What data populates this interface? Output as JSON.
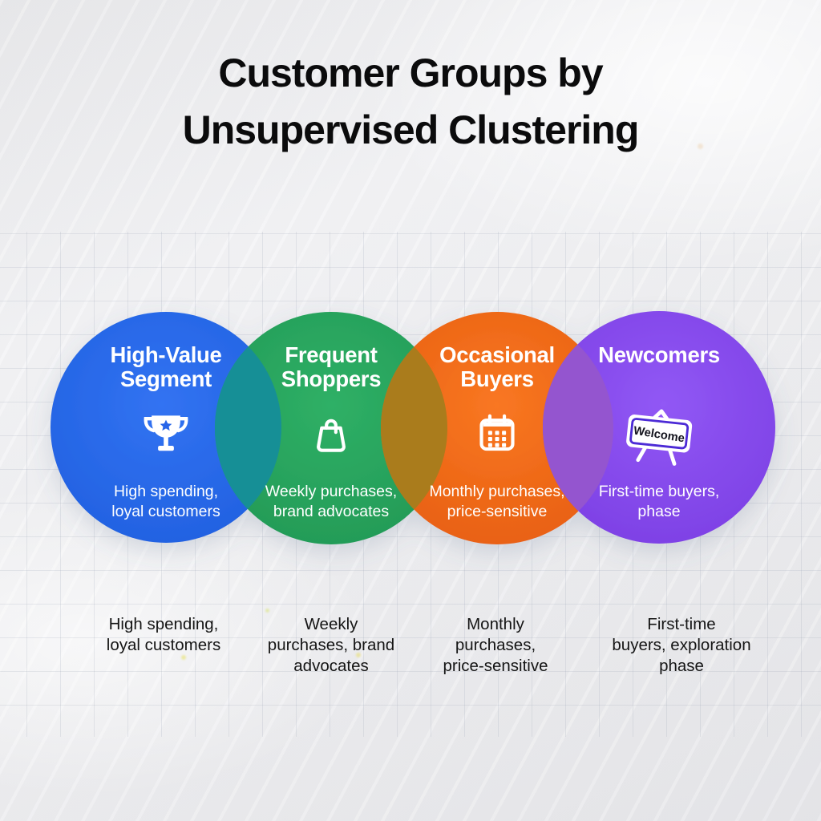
{
  "title": "Customer Groups by\nUnsupervised Clustering",
  "clusters": [
    {
      "title": "High-Value\nSegment",
      "icon": "trophy-icon",
      "description": "High spending,\nloyal customers",
      "caption": "High spending,\nloyal customers",
      "color": "#2765e8"
    },
    {
      "title": "Frequent\nShoppers",
      "icon": "shopping-bag-icon",
      "description": "Weekly purchases,\nbrand advocates",
      "caption": "Weekly\npurchases, brand\nadvocates",
      "color": "#29a55f"
    },
    {
      "title": "Occasional\nBuyers",
      "icon": "calendar-icon",
      "description": "Monthly purchases,\nprice-sensitive",
      "caption": "Monthly\npurchases,\nprice-sensitive",
      "color": "#f2691b"
    },
    {
      "title": "Newcomers",
      "icon": "welcome-sign-icon",
      "sign_text": "Welcome",
      "description": "First-time buyers,\nphase",
      "caption": "First-time\nbuyers, exploration\nphase",
      "color": "#8350ef"
    }
  ],
  "overlap_colors": {
    "blue_green": "#198f96",
    "green_orange": "#aa7b1f",
    "orange_purple": "#9455cf"
  }
}
